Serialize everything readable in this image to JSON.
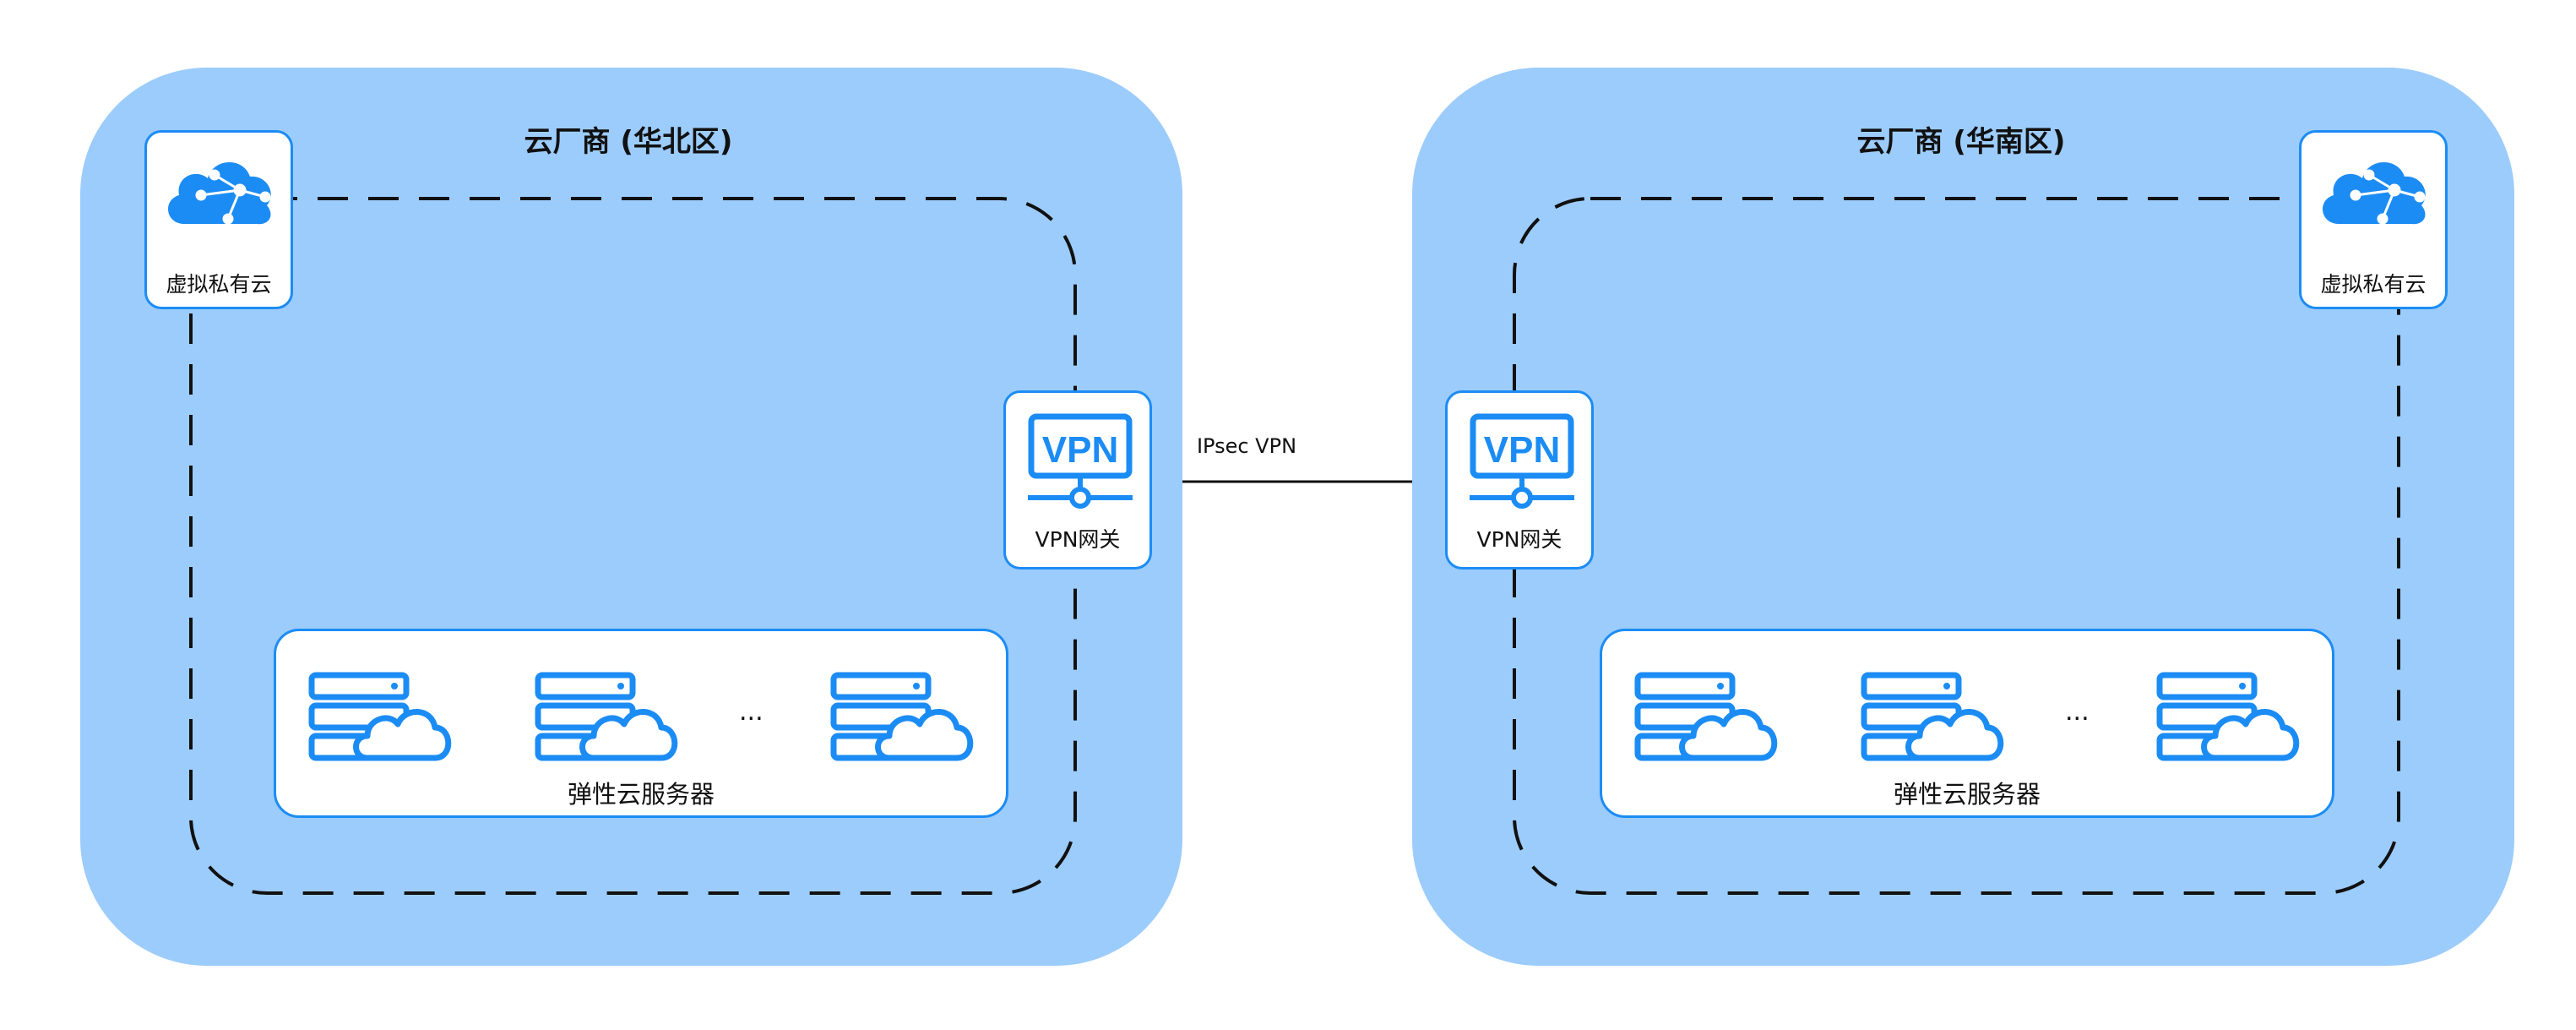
{
  "regions": [
    {
      "title": "云厂商 (华北区)",
      "vpc_label": "虚拟私有云",
      "gateway_label": "VPN网关",
      "gateway_icon_text": "VPN",
      "ecs_label": "弹性云服务器",
      "ellipsis": "..."
    },
    {
      "title": "云厂商 (华南区)",
      "vpc_label": "虚拟私有云",
      "gateway_label": "VPN网关",
      "gateway_icon_text": "VPN",
      "ecs_label": "弹性云服务器",
      "ellipsis": "..."
    }
  ],
  "connection": {
    "label": "IPsec VPN"
  },
  "colors": {
    "region_fill": "#9cccfc",
    "accent": "#1c8cf5",
    "card_fill": "#ffffff",
    "dash_line": "#111111"
  },
  "icons": {
    "vpc": "cloud-network-icon",
    "gateway": "vpn-gateway-icon",
    "server": "cloud-server-icon"
  }
}
